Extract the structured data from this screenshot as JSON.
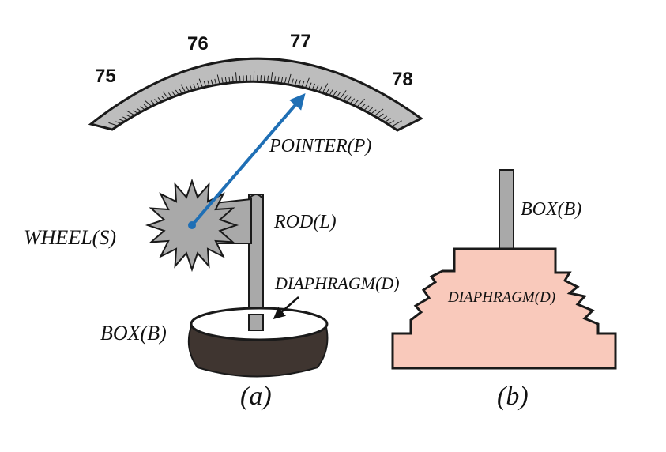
{
  "colors": {
    "scale_fill": "#bdbdbd",
    "pointer": "#1f6fb5",
    "rod": "#a9a9a9",
    "box_base": "#3f3530",
    "diaphragm_b": "#f9c9bb",
    "outline": "#1a1a1a"
  },
  "scale": {
    "ticks": [
      "75",
      "76",
      "77",
      "78"
    ]
  },
  "labels": {
    "pointer": "POINTER(P)",
    "wheel": "WHEEL(S)",
    "rod": "ROD(L)",
    "diaphragm_a": "DIAPHRAGM(D)",
    "box_a": "BOX(B)",
    "box_b": "BOX(B)",
    "diaphragm_b": "DIAPHRAGM(D)"
  },
  "captions": {
    "a": "(a)",
    "b": "(b)"
  },
  "icons": {
    "arrow": "arrow-icon"
  }
}
